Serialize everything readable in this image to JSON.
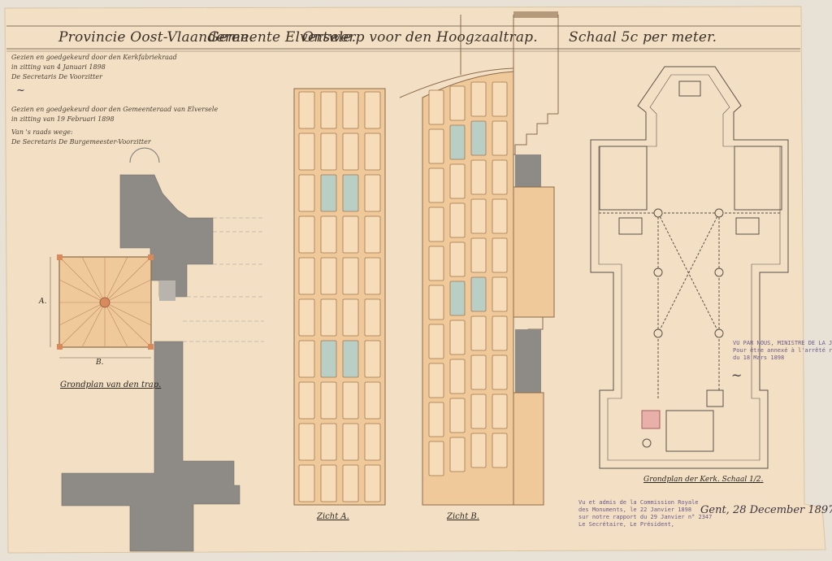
{
  "sheet": {
    "header": {
      "province": "Provincie Oost-Vlaanderen.",
      "municipality": "Gemeente Elversele.",
      "project": "Ontwerp voor den Hoogzaaltrap.",
      "scale": "Schaal 5c per meter."
    },
    "notes_top_left": [
      "Gezien en goedgekeurd door den Kerkfabriekraad",
      "in zitting van 4 Januari 1898",
      "De Secretaris      De Voorzitter",
      "",
      "Gezien en goedgekeurd door den Gemeenteraad van Elversele",
      "in zitting van 19 Februari 1898",
      "Van 's raads wege:",
      "De Secretaris      De Burgemeester-Voorzitter"
    ],
    "drawings": {
      "stair_plan_caption": "Grondplan van den trap.",
      "stair_plan_label_a": "A.",
      "stair_plan_label_b": "B.",
      "elevation_a_caption": "Zicht A.",
      "elevation_b_caption": "Zicht B.",
      "church_plan_caption": "Grondplan der Kerk. Schaal 1/2."
    },
    "stamp_right": {
      "line1": "VU PAR NOUS, MINISTRE DE LA JUSTICE",
      "line2": "Pour être annexé à l'arrêté royal",
      "line3": "du 18 Mars 1898"
    },
    "stamp_bottom": {
      "line1": "Vu et admis de la Commission Royale",
      "line2": "des Monuments, le 22 Janvier 1898",
      "line3": "sur notre rapport du 29 Janvier n° 2347",
      "line4": "Le Secrétaire,          Le Président,"
    },
    "date_signature": "Gent, 28 December 1897."
  },
  "colors": {
    "paper": "#f3e0c4",
    "wood": "#f0c99a",
    "wood_panel": "#f6dcb8",
    "stone_grey": "#8e8b86",
    "glass": "#b9cfc6",
    "ink": "#3a3128"
  }
}
